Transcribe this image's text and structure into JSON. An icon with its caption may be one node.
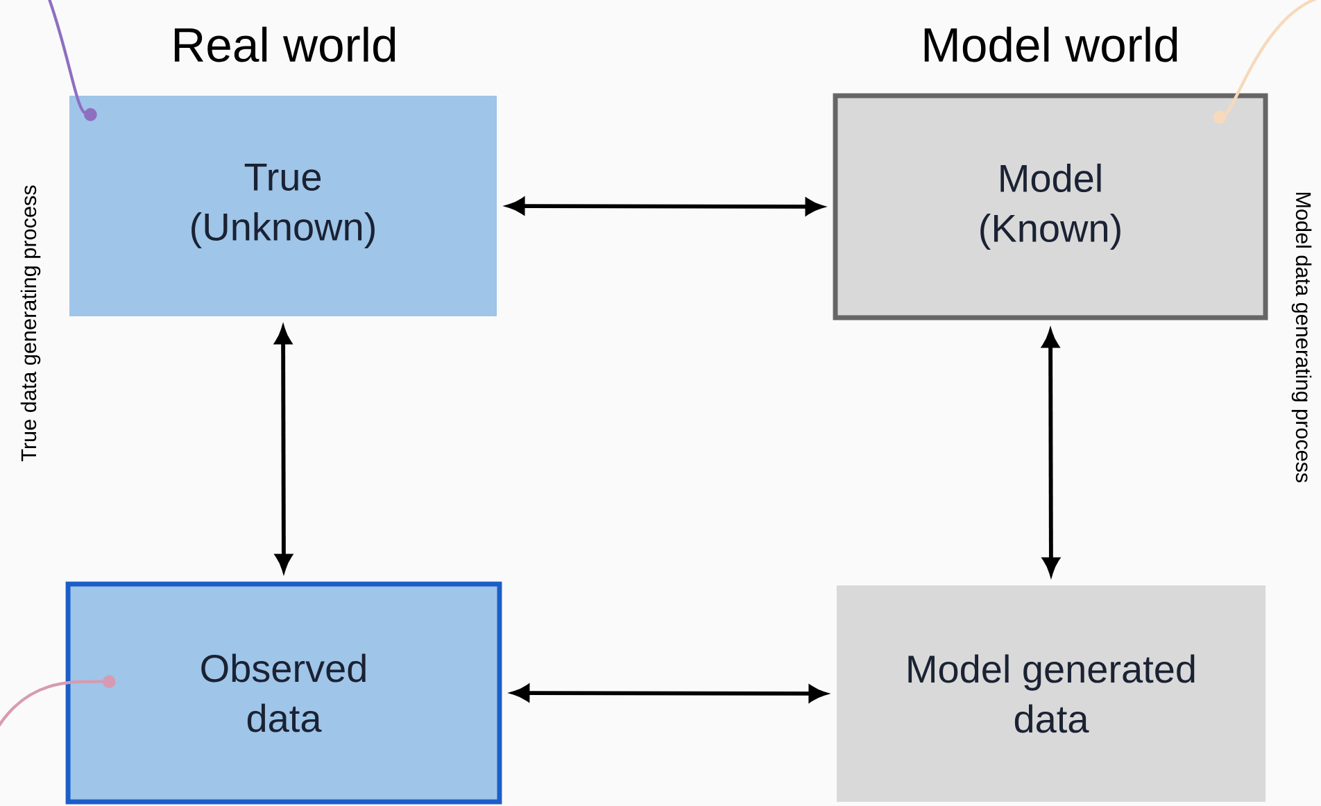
{
  "diagram": {
    "nodes": [
      {
        "text": [
          "True (Unknown)"
        ]
      },
      {
        "text": [
          "Model (Known)"
        ]
      },
      {
        "text": [
          "Observed data"
        ]
      },
      {
        "text": [
          "Model generated data"
        ]
      }
    ],
    "edges": [
      {
        "from": 0,
        "to": 1,
        "arrow": "both"
      },
      {
        "from": 0,
        "to": 2,
        "arrow": "both"
      },
      {
        "from": 1,
        "to": 3,
        "arrow": "both"
      },
      {
        "from": 2,
        "to": 3,
        "arrow": "both"
      },
      {
        "from": null,
        "to": 0,
        "arrow": "other",
        "color": "#8e6fc0"
      },
      {
        "from": null,
        "to": 1,
        "arrow": "other",
        "color": "#f7d9bb"
      },
      {
        "from": null,
        "to": 2,
        "arrow": "other",
        "color": "#d69bb2"
      }
    ],
    "labels": [
      "Real world",
      "Model world",
      "True data generating process",
      "Model data generating process"
    ]
  }
}
